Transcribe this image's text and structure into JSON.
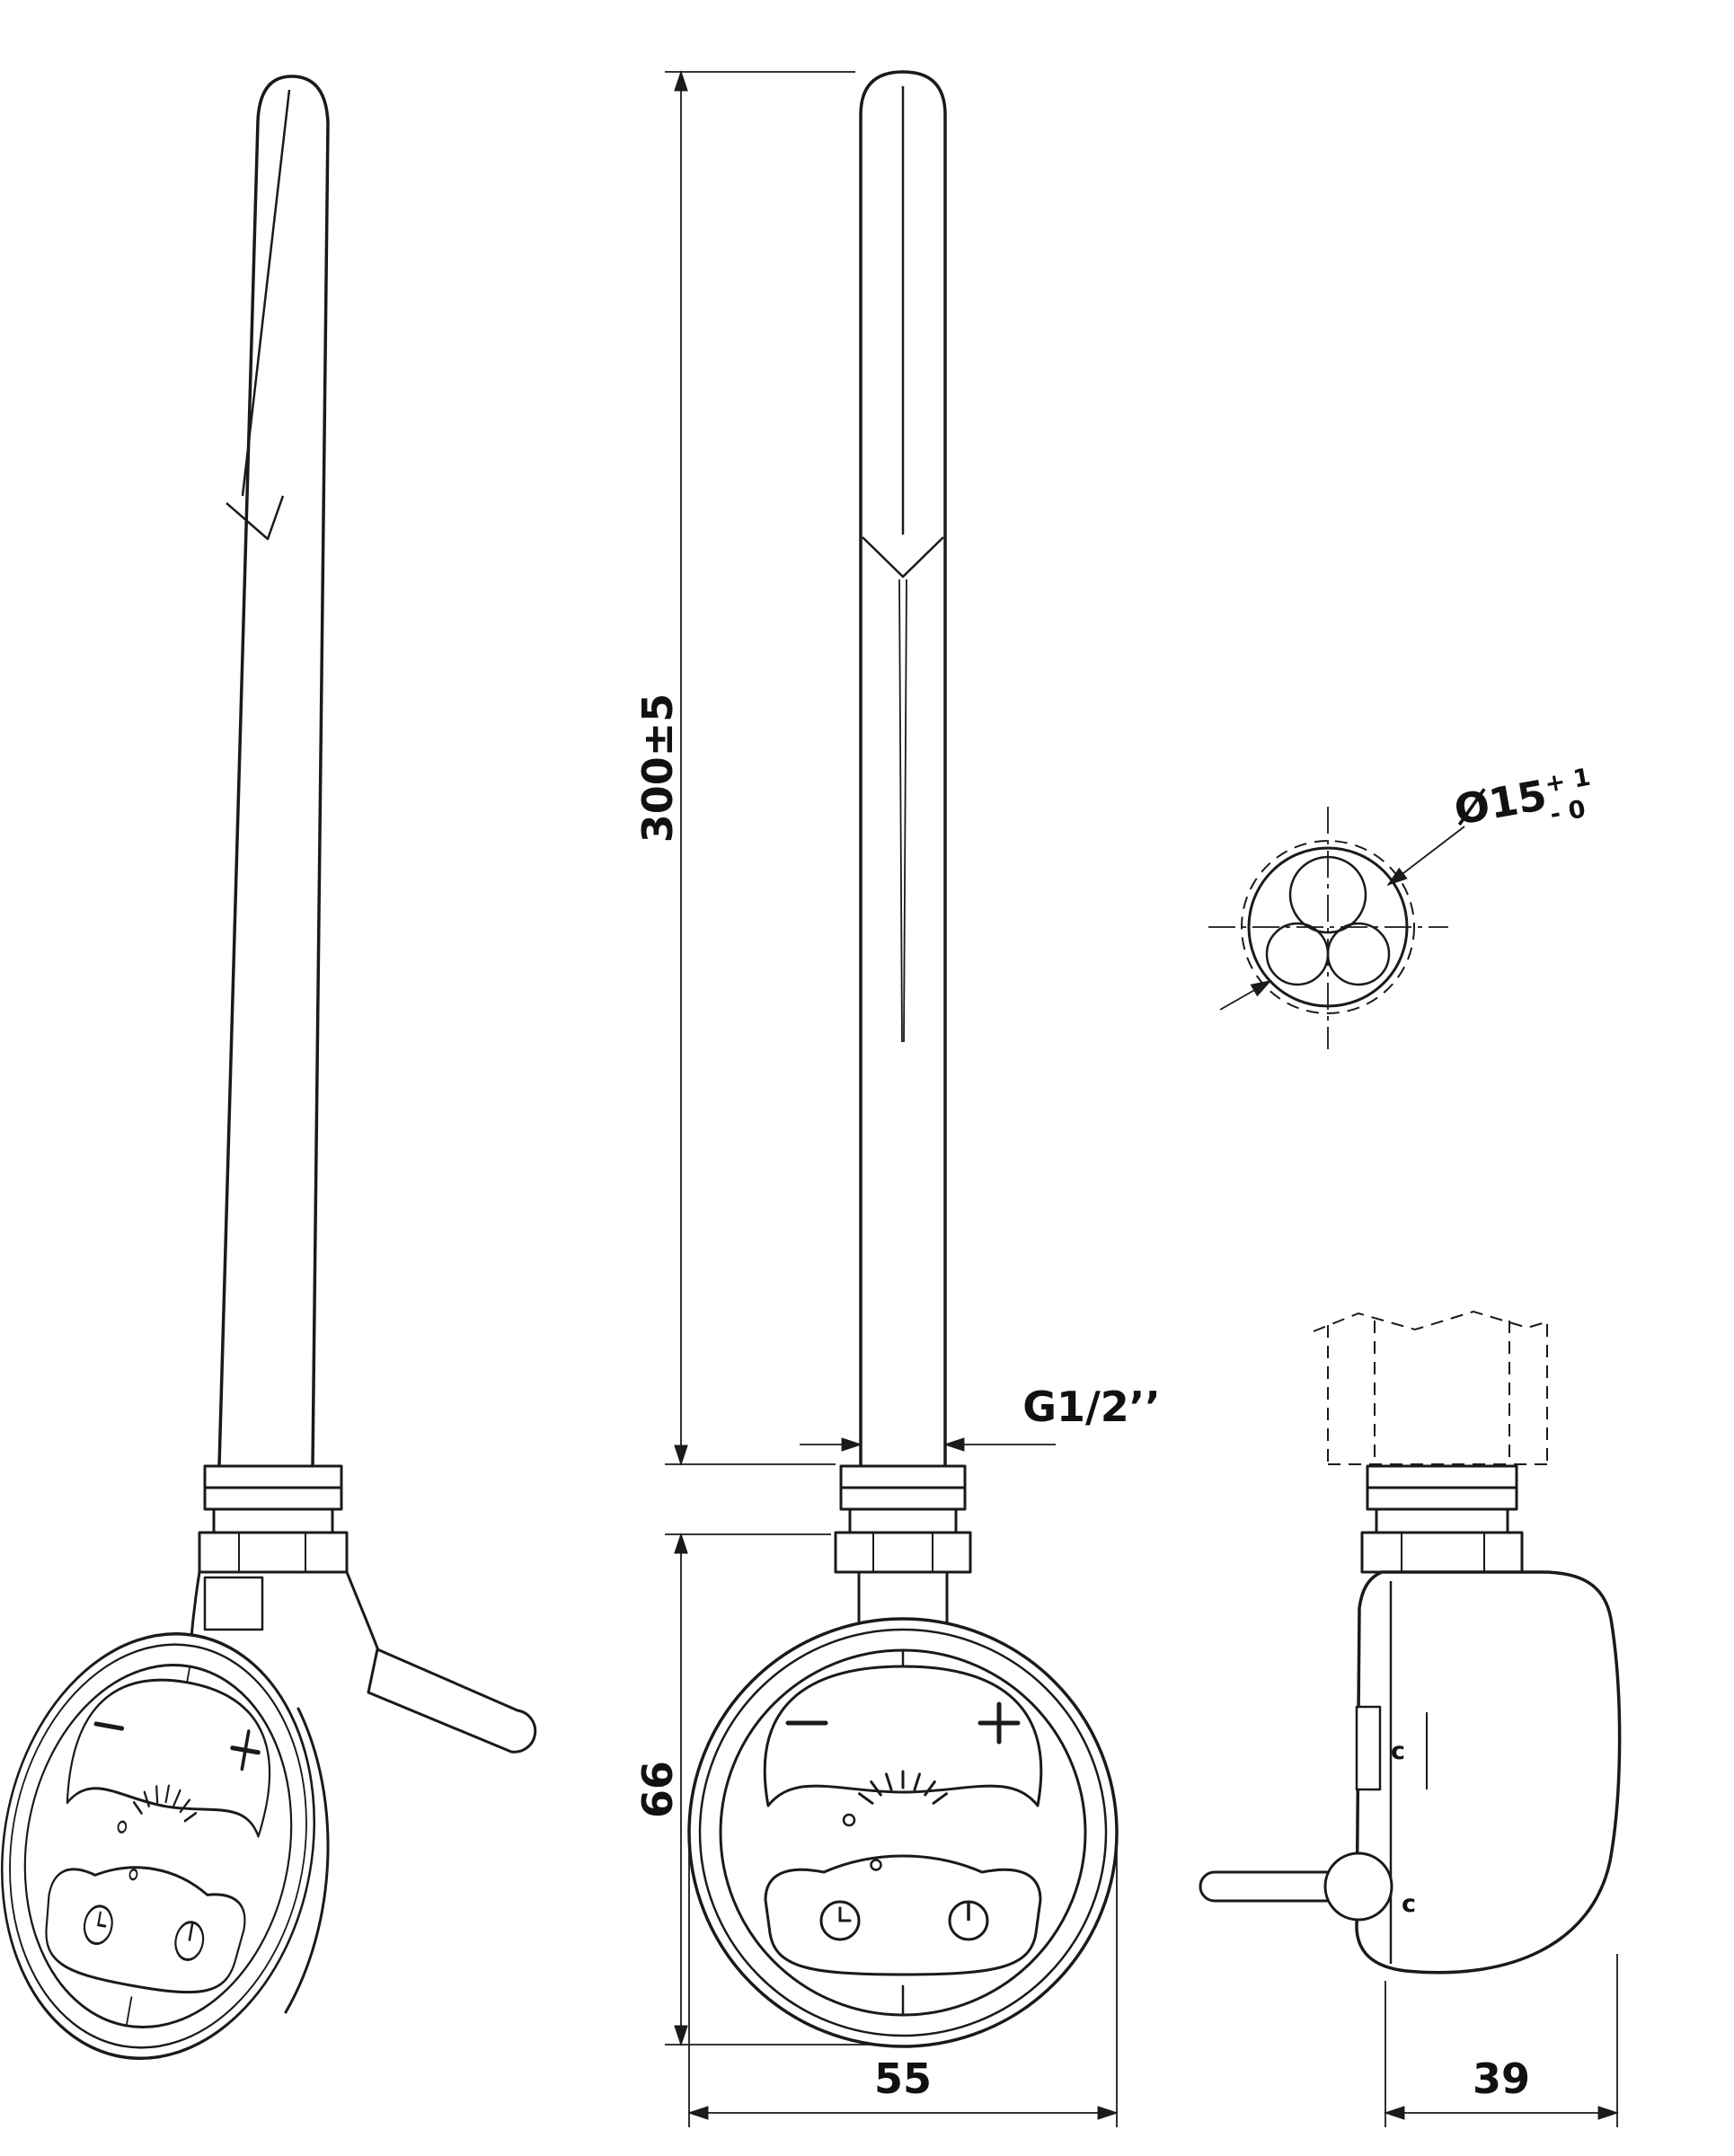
{
  "drawing": {
    "background": "#ffffff",
    "line_color": "#1a1a1a",
    "dimensions": {
      "length": "300±5",
      "thread": "G1/2’’",
      "head_height": "66",
      "head_width": "55",
      "head_depth": "39",
      "pipe_diameter": "Ø15",
      "tolerance_upper": "+ 1",
      "tolerance_lower": "- 0"
    },
    "labels": {
      "cable_marker_top": "c",
      "cable_marker_bottom": "c"
    },
    "icons": {
      "minus": "minus-symbol",
      "plus": "plus-symbol",
      "led_fan": "led-indicator-arc",
      "timer": "clock-icon",
      "power": "power-icon"
    }
  }
}
